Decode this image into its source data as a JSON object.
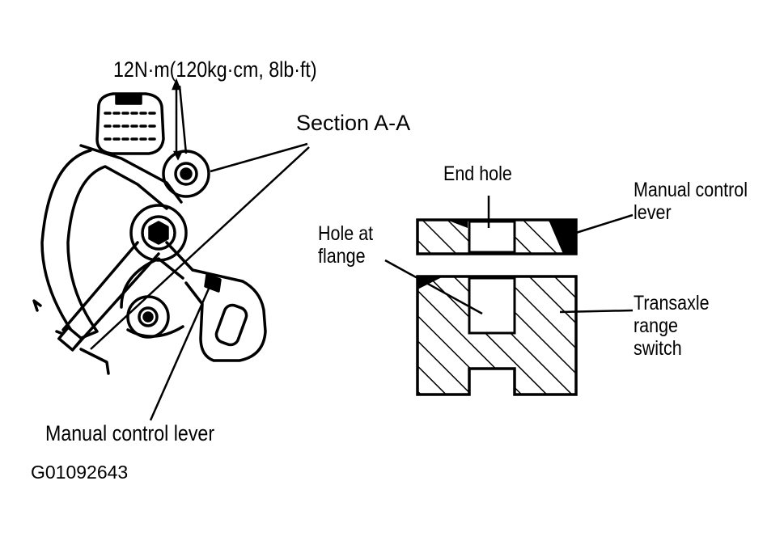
{
  "labels": {
    "torque": "12N·m(120kg·cm, 8lb·ft)",
    "section": "Section A-A",
    "end_hole": "End hole",
    "manual_lever_right_1": "Manual control",
    "manual_lever_right_2": "lever",
    "hole_at_1": "Hole at",
    "hole_at_2": "flange",
    "transaxle_1": "Transaxle",
    "transaxle_2": "range",
    "transaxle_3": "switch",
    "manual_lever_bottom": "Manual control lever",
    "figure_code": "G01092643"
  },
  "colors": {
    "ink": "#000000",
    "paper": "#ffffff"
  }
}
